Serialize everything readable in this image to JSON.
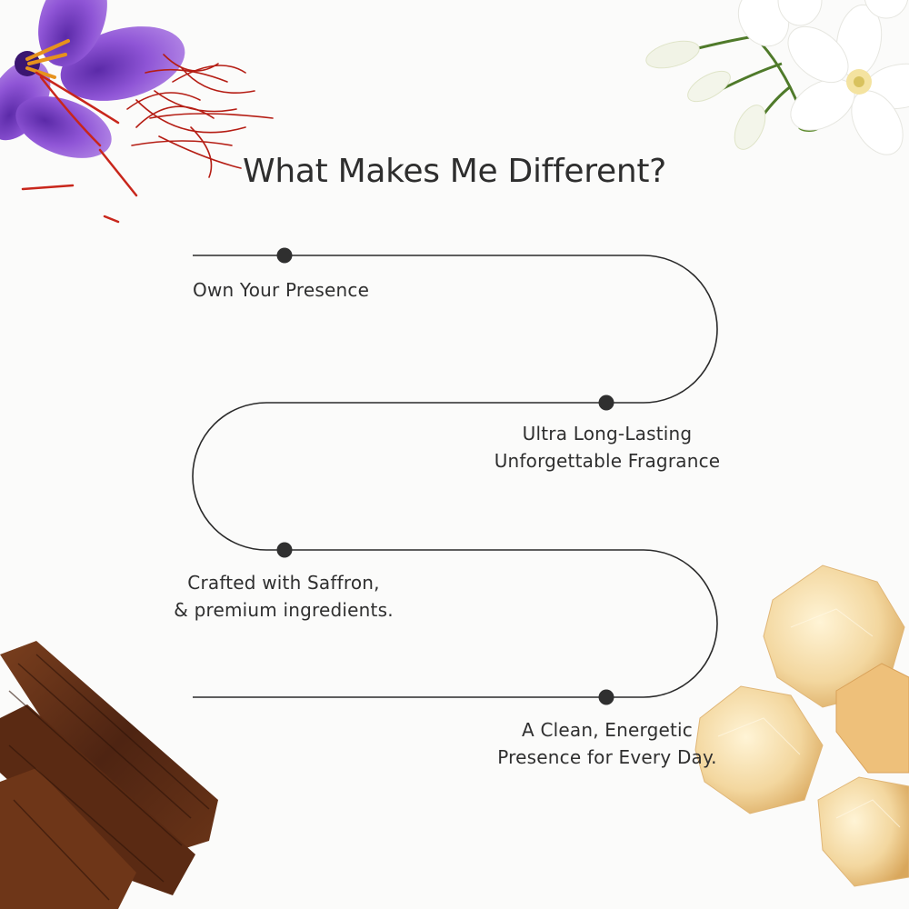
{
  "title": "What Makes Me Different?",
  "features": [
    {
      "lines": [
        "Own Your Presence"
      ]
    },
    {
      "lines": [
        "Ultra Long-Lasting",
        "Unforgettable Fragrance"
      ]
    },
    {
      "lines": [
        "Crafted with Saffron,",
        "& premium ingredients."
      ]
    },
    {
      "lines": [
        "A Clean, Energetic",
        "Presence for Every Day."
      ]
    }
  ],
  "decorations": [
    "saffron-flower",
    "jasmine-flowers",
    "agarwood-sticks",
    "amber-crystals"
  ],
  "colors": {
    "background": "#fbfbfa",
    "path_line": "#2a2a2a",
    "dot": "#2f2f2f",
    "saffron_petal": "#9a5ad8",
    "saffron_thread": "#c8261b",
    "jasmine": "#ffffff",
    "agarwood": "#5a2e17",
    "amber": "#f2d39a"
  }
}
